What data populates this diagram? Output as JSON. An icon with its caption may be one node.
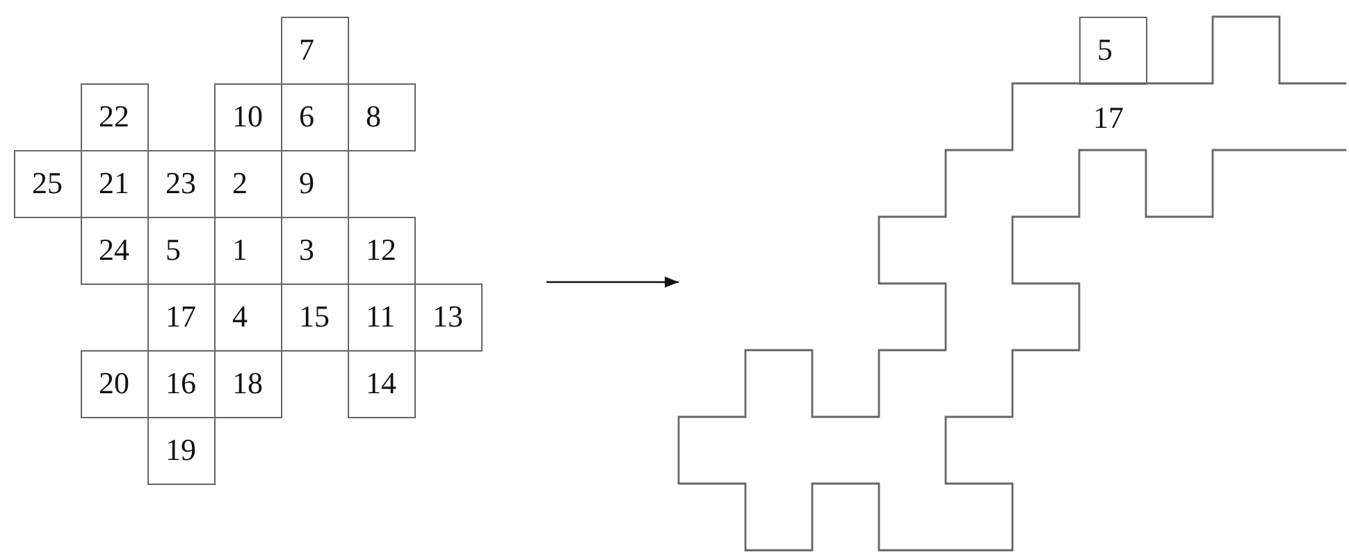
{
  "diagram": {
    "nodes": [
      {
        "text": [
          "7"
        ]
      },
      {
        "text": [
          "22"
        ]
      },
      {
        "text": [
          "10"
        ]
      },
      {
        "text": [
          "6"
        ]
      },
      {
        "text": [
          "8"
        ]
      },
      {
        "text": [
          "25"
        ]
      },
      {
        "text": [
          "21"
        ]
      },
      {
        "text": [
          "23"
        ]
      },
      {
        "text": [
          "2"
        ]
      },
      {
        "text": [
          "9"
        ]
      },
      {
        "text": [
          "24"
        ]
      },
      {
        "text": [
          "5"
        ]
      },
      {
        "text": [
          "1"
        ]
      },
      {
        "text": [
          "3"
        ]
      },
      {
        "text": [
          "12"
        ]
      },
      {
        "text": [
          "17"
        ]
      },
      {
        "text": [
          "4"
        ]
      },
      {
        "text": [
          "15"
        ]
      },
      {
        "text": [
          "11"
        ]
      },
      {
        "text": [
          "13"
        ]
      },
      {
        "text": [
          "20"
        ]
      },
      {
        "text": [
          "16"
        ]
      },
      {
        "text": [
          "18"
        ]
      },
      {
        "text": [
          "14"
        ]
      },
      {
        "text": [
          "19"
        ]
      },
      {
        "text": [],
        "shape": "picture"
      },
      {
        "text": [
          "5"
        ],
        "in": 25
      }
    ],
    "edges": [
      {
        "from": null,
        "to": 25,
        "arrow": "to"
      }
    ],
    "labels": [
      "17"
    ]
  }
}
